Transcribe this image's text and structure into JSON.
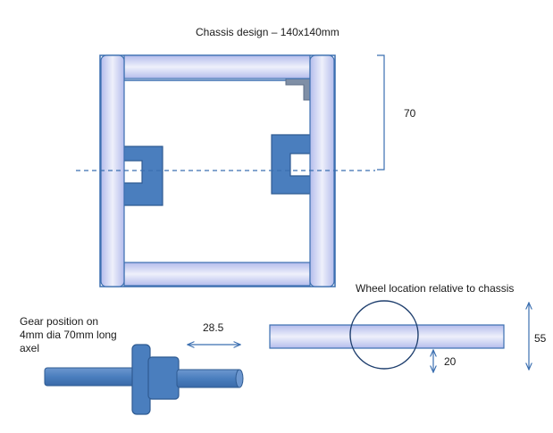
{
  "title": "Chassis design – 140x140mm",
  "dimensions": {
    "half_height": "70",
    "gear_offset": "28.5",
    "wheel_offset": "20",
    "wheel_height": "55"
  },
  "wheel_label": "Wheel location relative to chassis",
  "gear_caption": {
    "line1": "Gear position on",
    "line2": "4mm dia 70mm long",
    "line3": "axel"
  },
  "colors": {
    "tube_light": "#e4e7f8",
    "tube_mid": "#aeb7ea",
    "outline": "#3b6fb0",
    "block_fill": "#4a7ebe",
    "block_dark": "#2f5b92"
  }
}
